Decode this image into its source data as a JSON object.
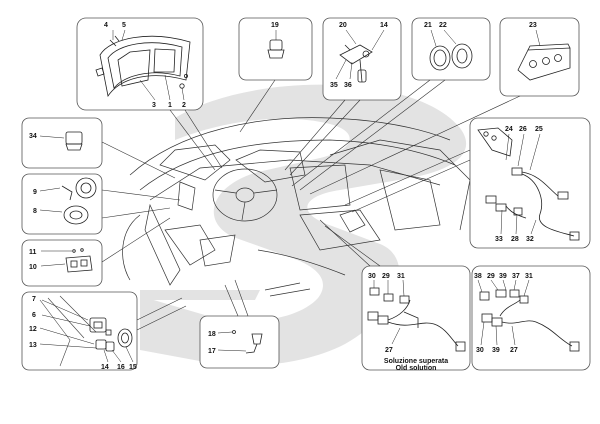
{
  "diagram": {
    "panels": {
      "instrument_cluster": {
        "callouts": [
          "4",
          "5",
          "3",
          "1",
          "2"
        ]
      },
      "top_19": {
        "callouts": [
          "19"
        ]
      },
      "switch_stalk": {
        "callouts": [
          "20",
          "14",
          "35",
          "36"
        ]
      },
      "knobs": {
        "callouts": [
          "21",
          "22"
        ]
      },
      "hvac_panel": {
        "callouts": [
          "23"
        ]
      },
      "left_34": {
        "callouts": [
          "34"
        ]
      },
      "left_9_8": {
        "callouts": [
          "9",
          "8"
        ]
      },
      "left_11_10": {
        "callouts": [
          "11",
          "10"
        ]
      },
      "bottom_left": {
        "callouts": [
          "7",
          "6",
          "12",
          "13",
          "14",
          "16",
          "15"
        ]
      },
      "center_18_17": {
        "callouts": [
          "18",
          "17"
        ]
      },
      "right_harness": {
        "callouts": [
          "24",
          "26",
          "25",
          "33",
          "28",
          "32"
        ]
      },
      "old_solution": {
        "callouts": [
          "30",
          "29",
          "31",
          "27"
        ],
        "caption_line1": "Soluzione superata",
        "caption_line2": "Old solution"
      },
      "new_solution": {
        "callouts": [
          "38",
          "29",
          "39",
          "37",
          "31",
          "30",
          "39",
          "27"
        ]
      }
    },
    "watermark_color": "#e3e3e3",
    "line_color": "#222222"
  }
}
